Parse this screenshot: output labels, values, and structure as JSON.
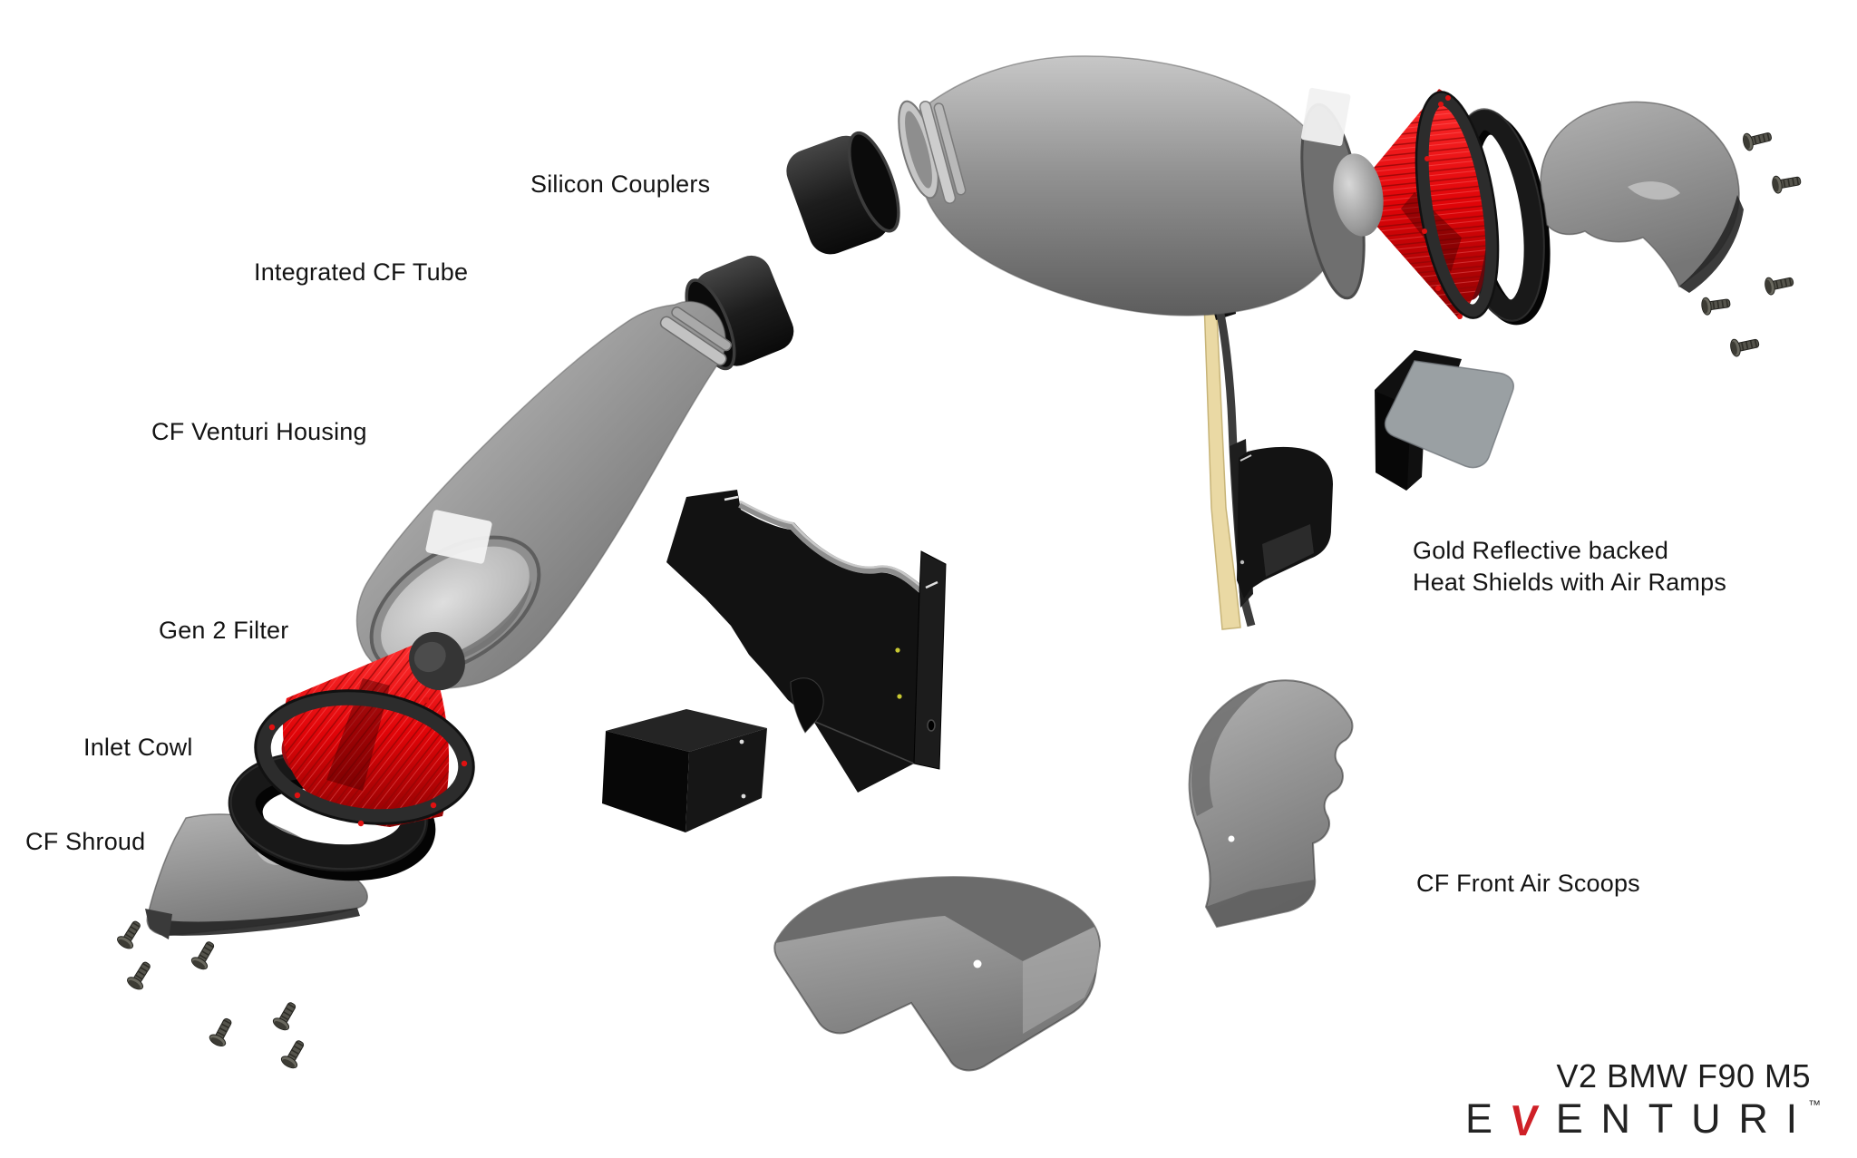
{
  "labels": {
    "silicon_couplers": "Silicon Couplers",
    "integrated_cf_tube": "Integrated CF Tube",
    "cf_venturi_housing": "CF Venturi Housing",
    "gen_2_filter": "Gen 2 Filter",
    "inlet_cowl": "Inlet Cowl",
    "cf_shroud": "CF Shroud",
    "heat_shields_line1": "Gold Reflective backed",
    "heat_shields_line2": "Heat Shields with Air Ramps",
    "cf_front_air_scoops": "CF Front Air Scoops"
  },
  "footer": {
    "model": "V2 BMW F90 M5",
    "brand_e1": "E",
    "brand_v": "V",
    "brand_rest": "ENTURI",
    "trademark": "™"
  },
  "colors": {
    "background": "#ffffff",
    "label_text": "#141414",
    "brand_dark": "#232323",
    "brand_red": "#cf2027",
    "filter_red": "#e00408",
    "gold_backing": "#ead9a4",
    "carbon_gray": "#8e8e8e",
    "black_part": "#141414"
  }
}
